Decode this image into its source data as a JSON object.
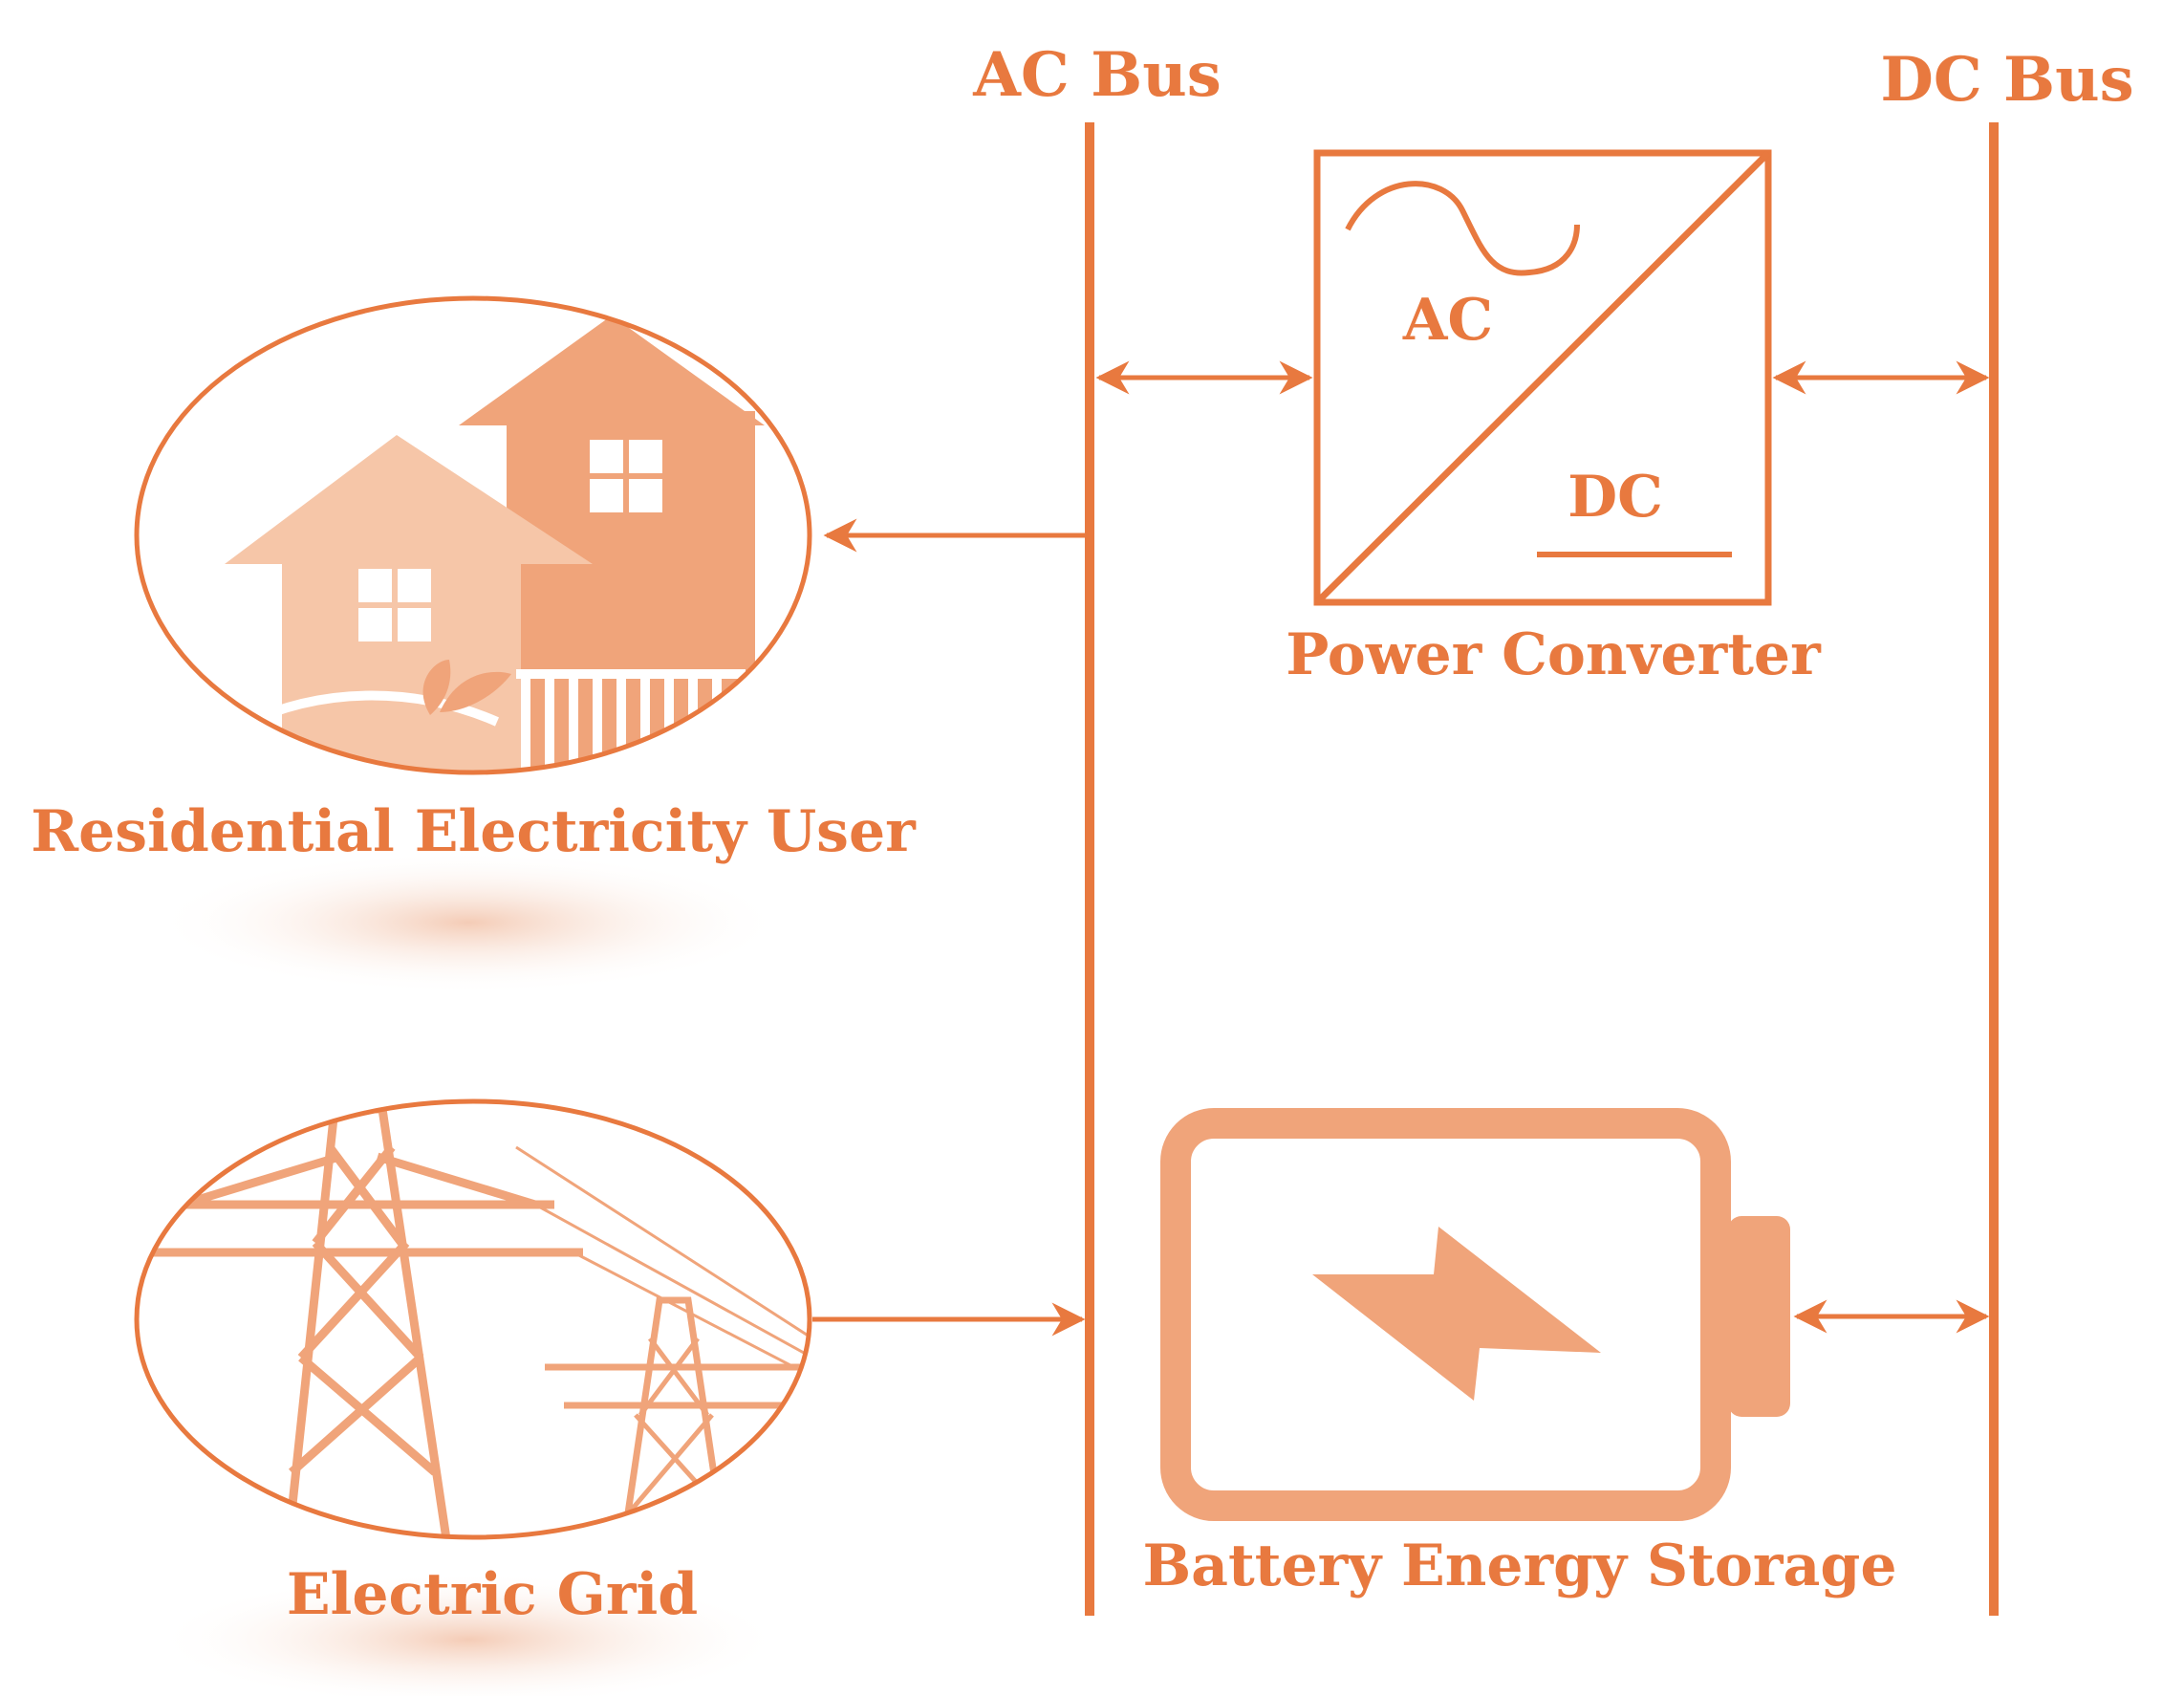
{
  "colors": {
    "primary": "#E8793F",
    "light": "#F0A47A",
    "pale": "#F6C6A8",
    "background": "#FFFFFF"
  },
  "buses": {
    "ac_label": "AC Bus",
    "dc_label": "DC Bus"
  },
  "converter": {
    "ac_label": "AC",
    "dc_label": "DC",
    "title": "Power Converter"
  },
  "nodes": {
    "residential_label": "Residential Electricity User",
    "grid_label": "Electric Grid",
    "battery_label": "Battery Energy Storage"
  },
  "icons": {
    "houses": "houses-icon",
    "transmission_towers": "transmission-tower-icon",
    "battery": "battery-icon",
    "lightning": "lightning-bolt-icon",
    "sine_wave": "sine-wave-icon"
  }
}
